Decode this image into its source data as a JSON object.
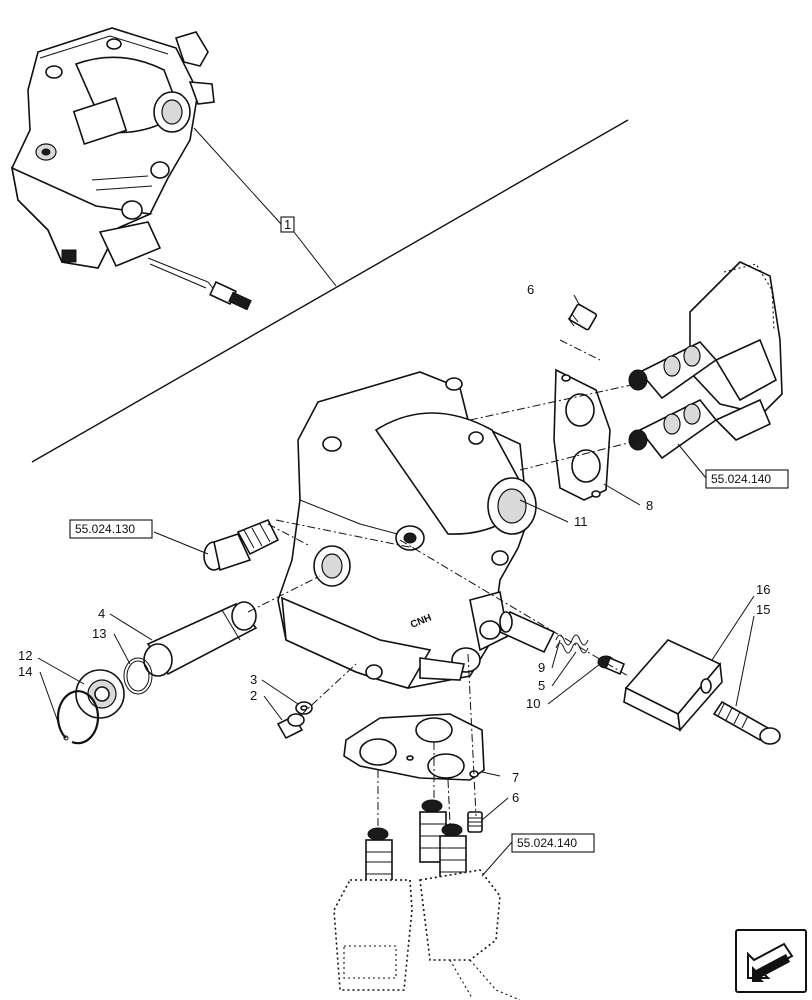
{
  "diagram": {
    "callouts": {
      "c1": "1",
      "c2": "2",
      "c3": "3",
      "c4": "4",
      "c5": "5",
      "c6a": "6",
      "c6b": "6",
      "c7": "7",
      "c8": "8",
      "c9": "9",
      "c10": "10",
      "c11": "11",
      "c12": "12",
      "c13": "13",
      "c14": "14",
      "c15": "15",
      "c16": "16"
    },
    "references": {
      "ref_130": "55.024.130",
      "ref_140_right": "55.024.140",
      "ref_140_bottom": "55.024.140"
    },
    "icons": [
      "exploded-view-arrow-icon"
    ]
  }
}
